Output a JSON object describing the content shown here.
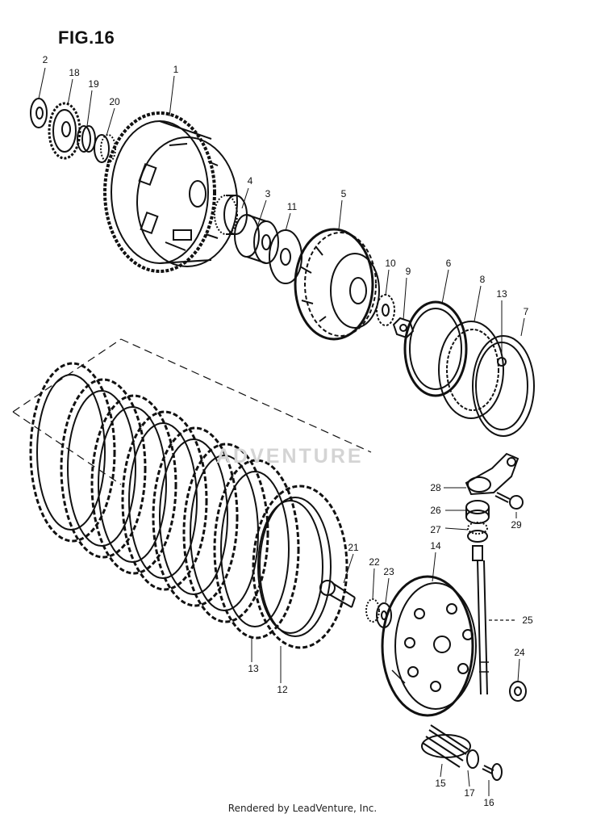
{
  "figure": {
    "title": "FIG.16",
    "footer": "Rendered by LeadVenture, Inc.",
    "watermark": "ADVENTURE"
  },
  "parts": {
    "p1": "1",
    "p2": "2",
    "p3": "3",
    "p4": "4",
    "p5": "5",
    "p6": "6",
    "p7": "7",
    "p8": "8",
    "p9": "9",
    "p10": "10",
    "p11": "11",
    "p12": "12",
    "p13": "13",
    "p13b": "13",
    "p14": "14",
    "p15": "15",
    "p16": "16",
    "p17": "17",
    "p18": "18",
    "p19": "19",
    "p20": "20",
    "p21": "21",
    "p22": "22",
    "p23": "23",
    "p24": "24",
    "p25": "25",
    "p26": "26",
    "p27": "27",
    "p28": "28",
    "p29": "29"
  },
  "colors": {
    "ink": "#111111",
    "paper": "#ffffff",
    "watermark": "#d4d4d4"
  }
}
